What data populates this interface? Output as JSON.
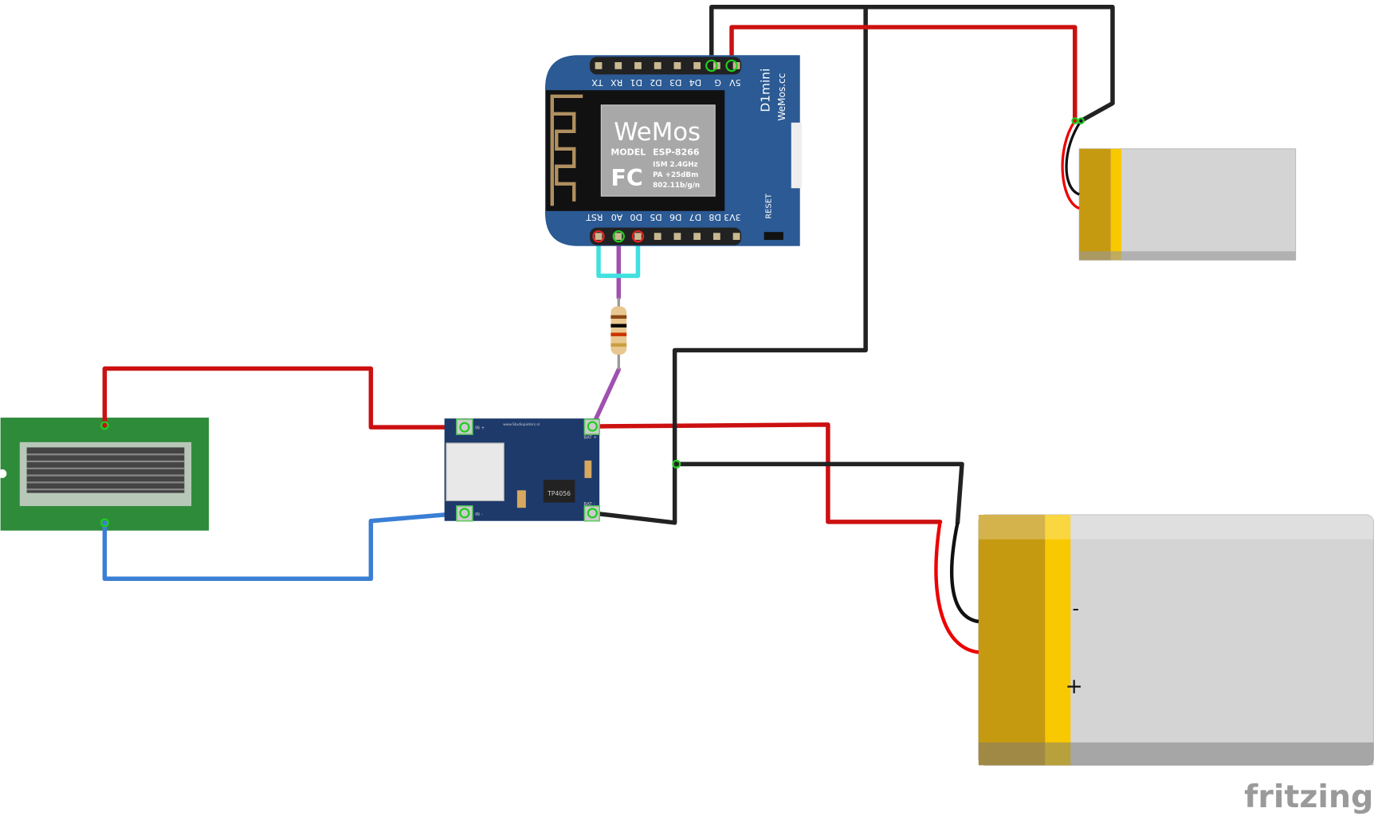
{
  "board": {
    "name": "D1mini",
    "site": "WeMos.cc",
    "top_pins": [
      "TX",
      "RX",
      "D1",
      "D2",
      "D3",
      "D4",
      "G",
      "5V"
    ],
    "bottom_pins": [
      "RST",
      "A0",
      "D0",
      "D5",
      "D6",
      "D7",
      "D8",
      "3V3"
    ],
    "reset_label": "RESET",
    "module": {
      "logo": "WeMos",
      "model_label": "MODEL",
      "model": "ESP-8266",
      "fcc": "FC",
      "specs": [
        "ISM 2.4GHz",
        "PA +25dBm",
        "802.11b/g/n"
      ]
    }
  },
  "charger": {
    "site": "www.Studiopieters.nl",
    "chip": "TP4056",
    "pins": {
      "in_plus": "IN +",
      "in_minus": "IN -",
      "bat_plus": "BAT +",
      "bat_minus": "BAT -"
    }
  },
  "battery_large": {
    "minus": "-",
    "plus": "+"
  },
  "watermark": "fritzing",
  "colors": {
    "red_wire": "#cc1010",
    "black_wire": "#222222",
    "blue_wire": "#3a7fd5",
    "purple_wire": "#a050b0",
    "cyan_wire": "#40e0e0",
    "board_blue": "#2b5a94",
    "charger_blue": "#1d3a6b",
    "solar_green": "#2e8b3a"
  }
}
